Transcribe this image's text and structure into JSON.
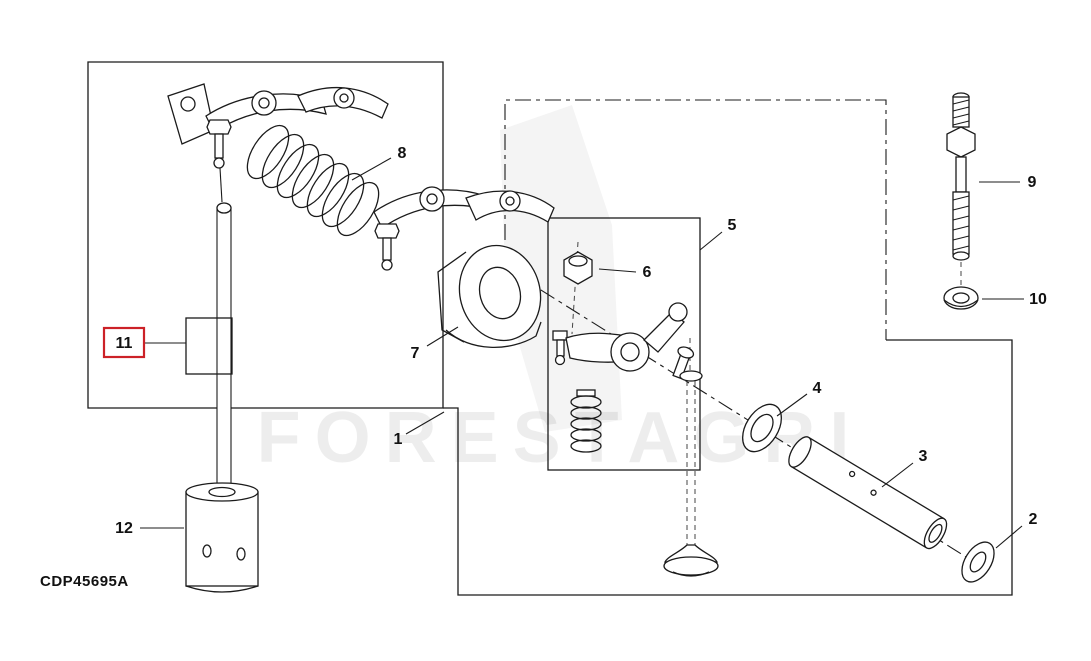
{
  "figure": {
    "code": "CDP45695A",
    "watermark": "FORESTAGRI",
    "highlight_color": "#cc2127",
    "line_color": "#1b1b1b",
    "background": "#ffffff"
  },
  "callouts": [
    {
      "label": "1",
      "highlighted": false
    },
    {
      "label": "2",
      "highlighted": false
    },
    {
      "label": "3",
      "highlighted": false
    },
    {
      "label": "4",
      "highlighted": false
    },
    {
      "label": "5",
      "highlighted": false
    },
    {
      "label": "6",
      "highlighted": false
    },
    {
      "label": "7",
      "highlighted": false
    },
    {
      "label": "8",
      "highlighted": false
    },
    {
      "label": "9",
      "highlighted": false
    },
    {
      "label": "10",
      "highlighted": false
    },
    {
      "label": "11",
      "highlighted": true
    },
    {
      "label": "12",
      "highlighted": false
    }
  ]
}
